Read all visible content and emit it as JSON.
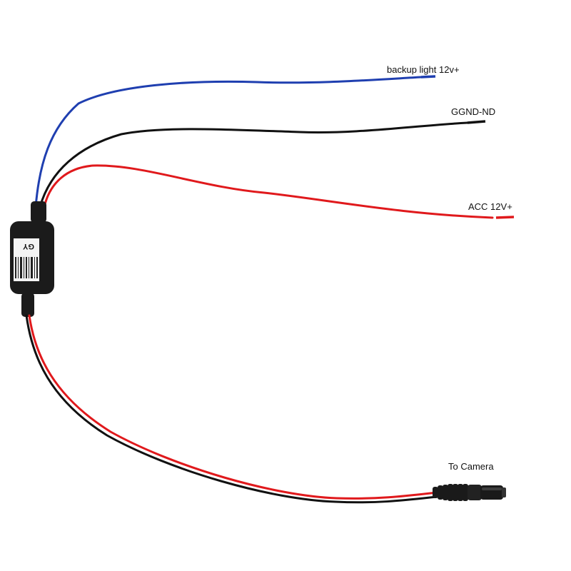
{
  "labels": {
    "backup_light": "backup light 12v+",
    "ground": "GGND-ND",
    "acc": "ACC 12V+",
    "camera": "To Camera"
  },
  "module": {
    "sticker_text": "GY"
  },
  "colors": {
    "background": "#ffffff",
    "blue_wire": "#1f3fb0",
    "black_wire": "#111111",
    "red_wire": "#e0191c",
    "module_body": "#1b1b1b",
    "sticker": "#f4f4f4",
    "connector": "#1a1a1a"
  }
}
